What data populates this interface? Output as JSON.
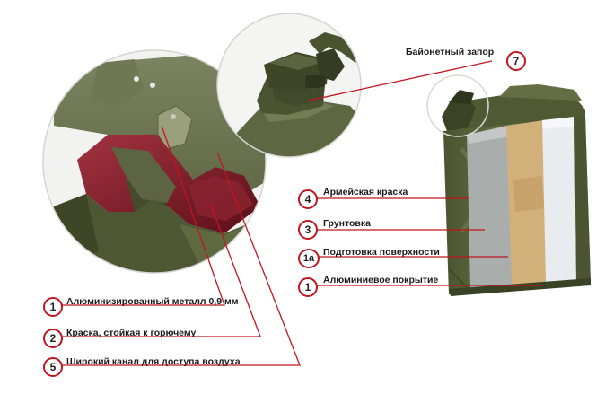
{
  "colors": {
    "leader": "#c0161f",
    "can_green": "#5f6a40",
    "can_green_dark": "#444d2c",
    "primer_gray": "#a9adac",
    "surface_tan": "#d2b07a",
    "aluminium": "#e9ecee",
    "heat_red": "#7d1a24"
  },
  "callouts": [
    {
      "number": "7",
      "label": "Байонетный запор"
    },
    {
      "number": "4",
      "label": "Армейская краска"
    },
    {
      "number": "3",
      "label": "Грунтовка"
    },
    {
      "number": "1a",
      "label": "Подготовка поверхности"
    },
    {
      "number": "1",
      "label": "Алюминиевое покрытие"
    },
    {
      "number": "1",
      "label": "Алюминизированный металл 0,9 мм"
    },
    {
      "number": "2",
      "label": "Краска, стойкая к горючему"
    },
    {
      "number": "5",
      "label": "Широкий канал для доступа воздуха"
    }
  ]
}
